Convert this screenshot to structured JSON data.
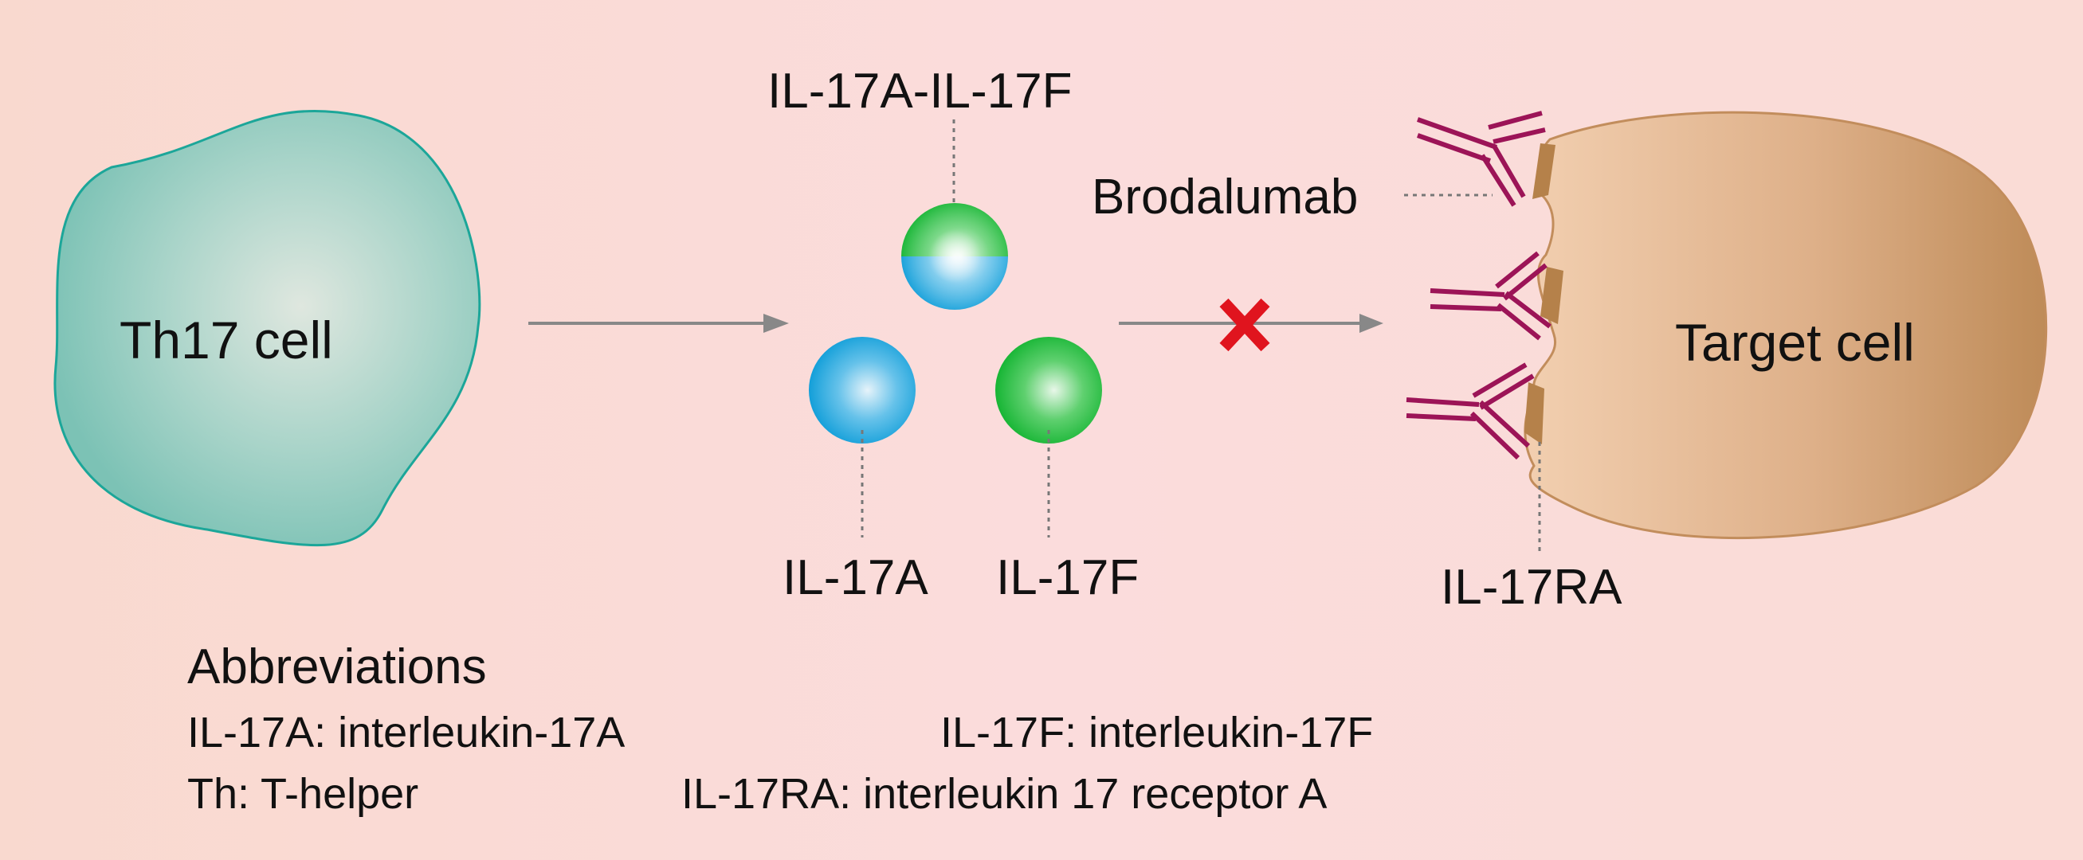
{
  "labels": {
    "th17_cell": "Th17 cell",
    "target_cell": "Target cell",
    "heterodimer": "IL-17A-IL-17F",
    "il17a": "IL-17A",
    "il17f": "IL-17F",
    "brodalumab": "Brodalumab",
    "il17ra": "IL-17RA"
  },
  "abbreviations": {
    "heading": "Abbreviations",
    "il17a": "IL-17A: interleukin-17A",
    "il17f": "IL-17F: interleukin-17F",
    "th": "Th: T-helper",
    "il17ra": "IL-17RA: interleukin 17 receptor A"
  },
  "colors": {
    "il17a_blue": "#1ea6dc",
    "il17f_green": "#1dbd3e",
    "antibody": "#9c1457",
    "receptor": "#b5814a",
    "blocked_mark": "#e0141e",
    "th17_fill": "#8ecbbf",
    "target_fill": "#d9a878"
  }
}
